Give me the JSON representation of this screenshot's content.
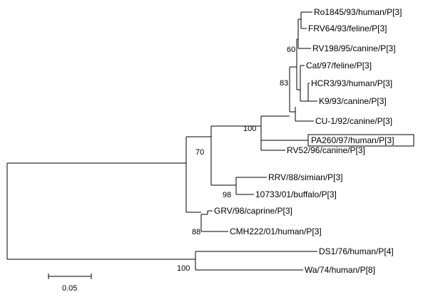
{
  "tree": {
    "leaves": {
      "ro1845": "Ro1845/93/human/P[3]",
      "frv64": "FRV64/93/feline/P[3]",
      "rv198": "RV198/95/canine/P[3]",
      "cat97": "Cat/97/feline/P[3]",
      "hcr3": "HCR3/93/human/P[3]",
      "k9": "K9/93/canine/P[3]",
      "cu1": "CU-1/92/canine/P[3]",
      "pa260": "PA260/97/human/P[3]",
      "rv52": "RV52/96/canine/P[3]",
      "rrv": "RRV/88/simian/P[3]",
      "10733": "10733/01/buffalo/P[3]",
      "grv": "GRV/98/caprine/P[3]",
      "cmh222": "CMH222/01/human/P[3]",
      "ds1": "DS1/76/human/P[4]",
      "wa": "Wa/74/human/P[8]"
    },
    "highlighted_leaf": "PA260/97/human/P[3]",
    "bootstrap": {
      "b60": "60",
      "b83": "83",
      "b100a": "100",
      "b70": "70",
      "b98": "98",
      "b88": "88",
      "b100b": "100"
    },
    "scale_bar": {
      "label": "0.05"
    }
  }
}
